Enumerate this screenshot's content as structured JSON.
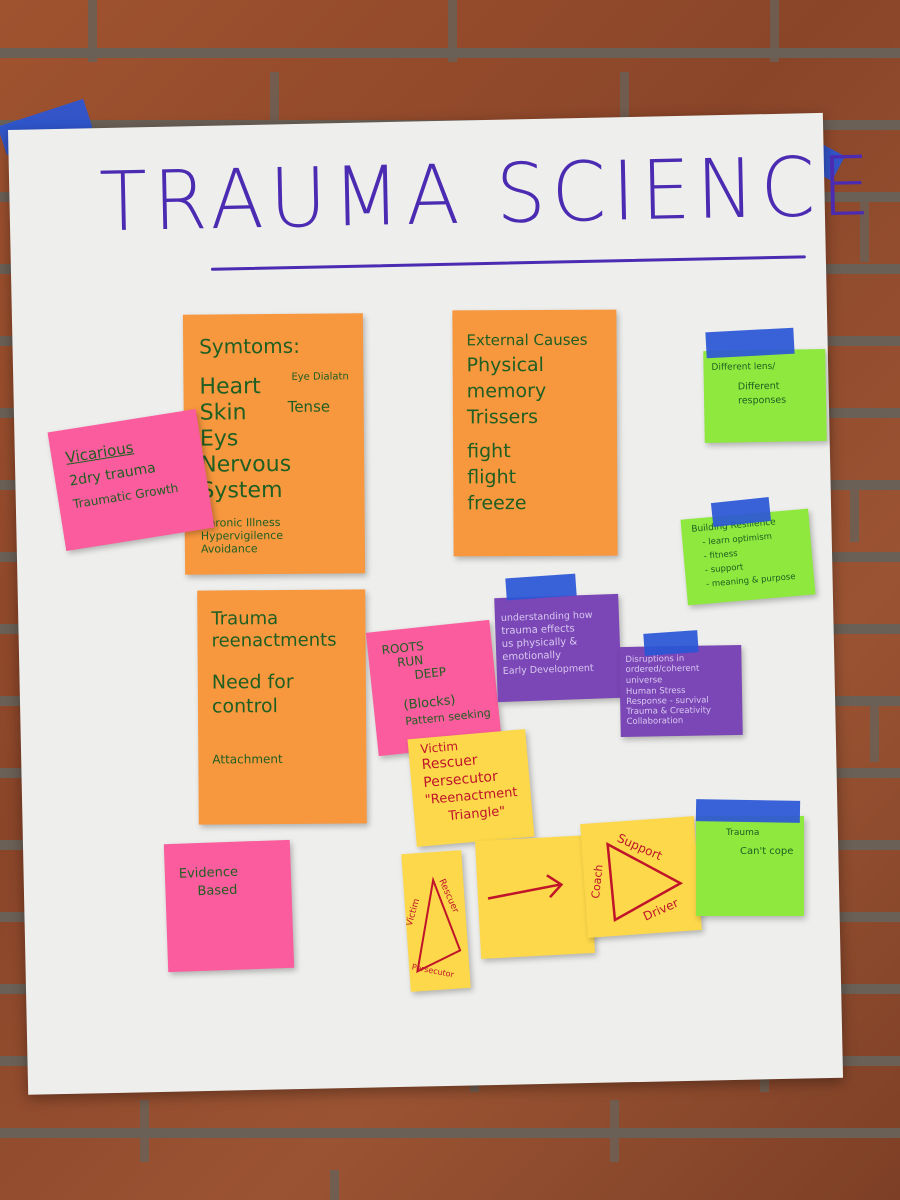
{
  "title": "TRAUMA SCIENCE",
  "notes": {
    "symptoms": {
      "heading": "Symtoms:",
      "lines": [
        "Heart",
        "Skin",
        "Eys",
        "Nervous",
        "System"
      ],
      "side": [
        "Eye Dialatn",
        "Tense"
      ],
      "small": [
        "Chronic Illness",
        "Hypervigilence",
        "Avoidance"
      ]
    },
    "external": {
      "lines": [
        "External Causes",
        "Physical",
        "memory",
        "Trissers",
        "fight",
        "flight",
        "freeze"
      ]
    },
    "vicarious": {
      "lines": [
        "Vicarious",
        "2dry trauma",
        "Traumatic Growth"
      ]
    },
    "reenact": {
      "lines": [
        "Trauma",
        "reenactments",
        "Need for",
        "control"
      ],
      "small": "Attachment"
    },
    "roots": {
      "lines": [
        "ROOTS",
        "RUN",
        "DEEP",
        "(Blocks)",
        "Pattern seeking"
      ]
    },
    "triangle_note": {
      "lines": [
        "Victim",
        "Rescuer",
        "Persecutor",
        "\"Reenactment",
        "Triangle\""
      ]
    },
    "understanding": {
      "lines": [
        "understanding how",
        "trauma effects",
        "us physically &",
        "emotionally",
        "Early Development"
      ]
    },
    "disruptions": {
      "lines": [
        "Disruptions in",
        "ordered/coherent",
        "universe",
        "Human Stress",
        "Response - survival",
        "Trauma & Creativity",
        "Collaboration"
      ]
    },
    "different_lens": {
      "lines": [
        "Different lens/",
        "Different",
        "responses"
      ]
    },
    "building": {
      "lines": [
        "Building Resilience",
        "- learn optimism",
        "- fitness",
        "- support",
        "- meaning & purpose"
      ]
    },
    "evidence": {
      "lines": [
        "Evidence",
        "Based"
      ]
    },
    "rescue_tri": {
      "labels": [
        "Victim",
        "Rescuer",
        "Persecutor"
      ]
    },
    "support_tri": {
      "labels": [
        "Support",
        "Coach",
        "Driver"
      ]
    },
    "trauma_cope": {
      "lines": [
        "Trauma",
        "Can't cope"
      ]
    }
  },
  "colors": {
    "wall": "#8e4a2c",
    "paper": "#eeeeec",
    "tape": "#2a56d6",
    "title_ink": "#4b2bb2",
    "orange_note": "#f7973e",
    "pink_note": "#fb5c9d",
    "lime_note": "#8ee83e",
    "yellow_note": "#fcd84a",
    "purple_note": "#7b46b6"
  }
}
